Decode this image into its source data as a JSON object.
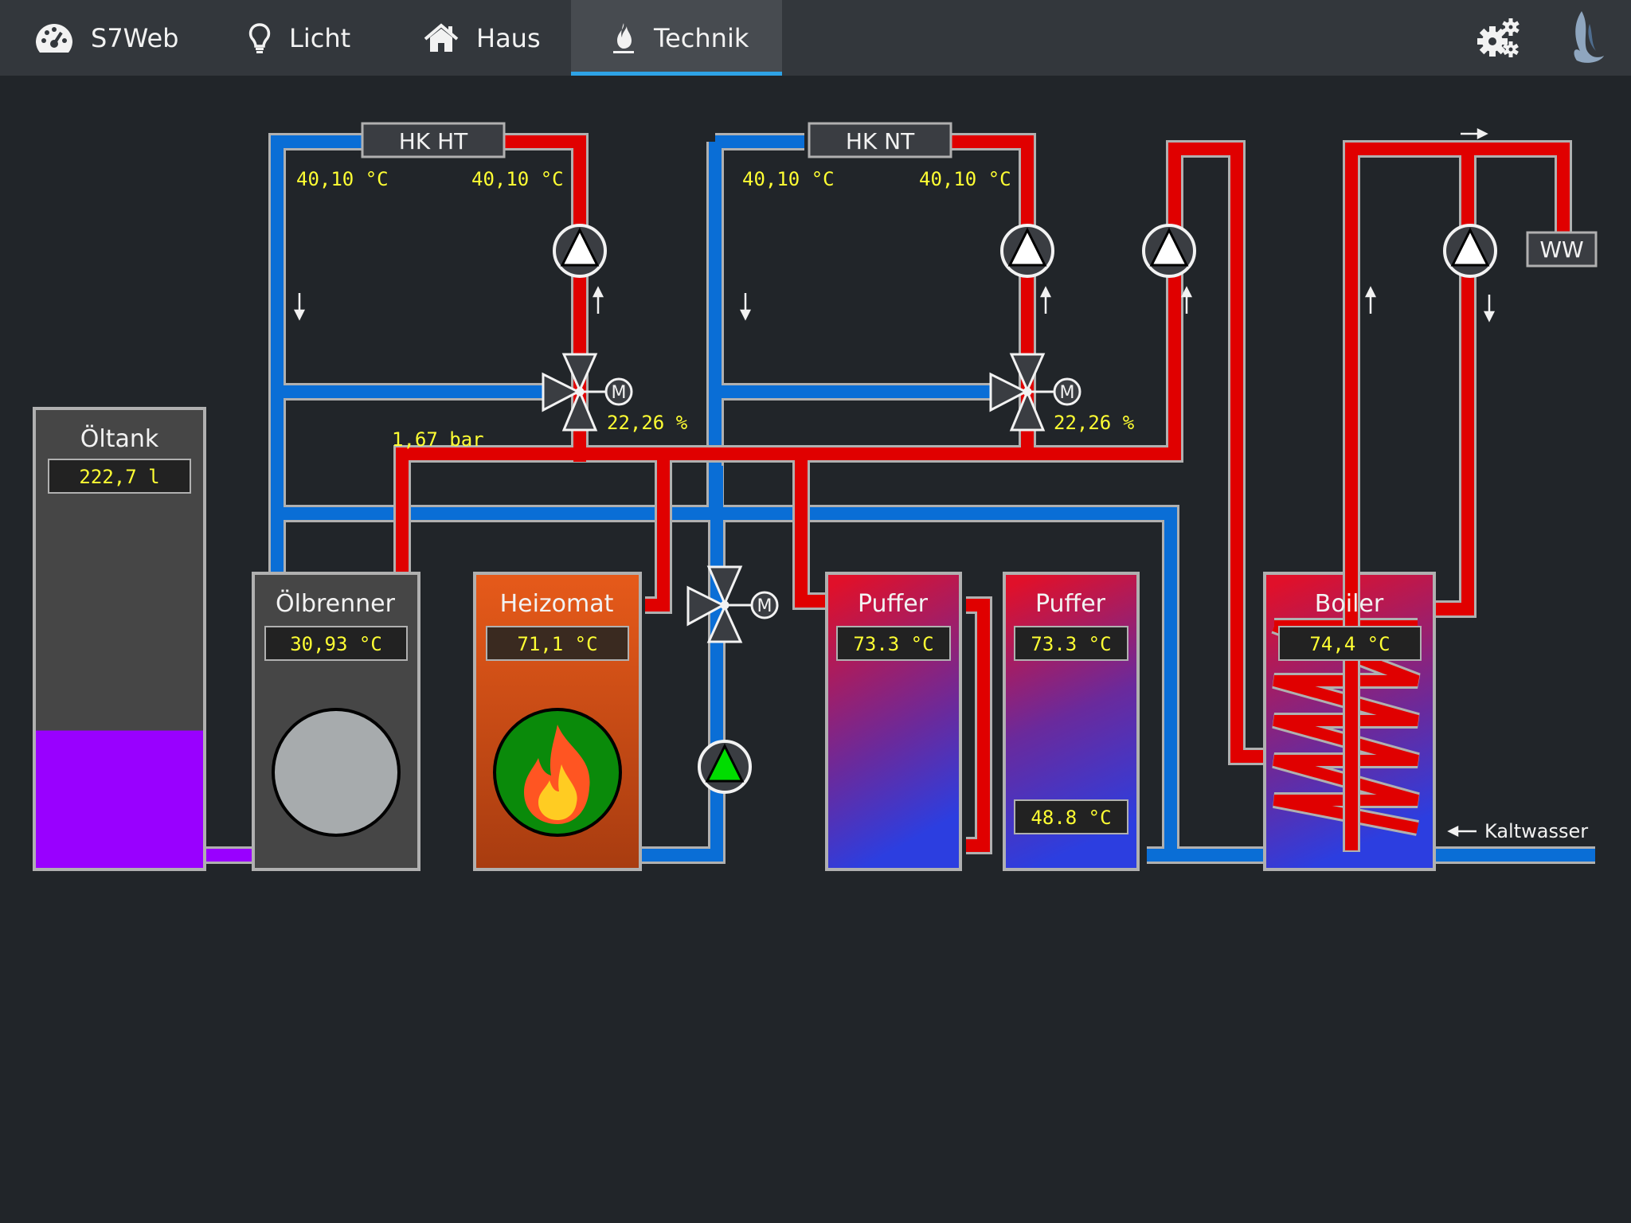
{
  "nav": {
    "items": [
      {
        "label": "S7Web",
        "icon": "dashboard-icon"
      },
      {
        "label": "Licht",
        "icon": "lightbulb-icon"
      },
      {
        "label": "Haus",
        "icon": "home-icon"
      },
      {
        "label": "Technik",
        "icon": "flame-icon",
        "active": true
      }
    ],
    "settings_icon": "gears-icon",
    "logo_icon": "flame-logo-icon"
  },
  "colors": {
    "background": "#212529",
    "nav": "#33373c",
    "active_tab": "#474b50",
    "accent": "#2ea3e6",
    "supply_pipe": "#e00000",
    "return_pipe": "#0a6ed6",
    "oil": "#9900ff",
    "value_text": "#ffff33"
  },
  "circuits": {
    "hk_ht": {
      "label": "HK HT",
      "return_temp": "40,10 °C",
      "supply_temp": "40,10 °C",
      "valve_position": "22,26 %"
    },
    "hk_nt": {
      "label": "HK NT",
      "return_temp": "40,10 °C",
      "supply_temp": "40,10 °C",
      "valve_position": "22,26 %"
    }
  },
  "pressure": "1,67 bar",
  "motor_label": "M",
  "tank": {
    "label": "Öltank",
    "value": "222,7 l",
    "fill_fraction": 0.3
  },
  "burner": {
    "label": "Ölbrenner",
    "value": "30,93 °C"
  },
  "heizomat": {
    "label": "Heizomat",
    "value": "71,1 °C"
  },
  "puffer1": {
    "label": "Puffer",
    "value": "73.3 °C"
  },
  "puffer2": {
    "label": "Puffer",
    "value_top": "73.3 °C",
    "value_bottom": "48.8 °C"
  },
  "boiler": {
    "label": "Boiler",
    "value": "74,4 °C"
  },
  "ww_label": "WW",
  "kaltwasser_label": "Kaltwasser"
}
